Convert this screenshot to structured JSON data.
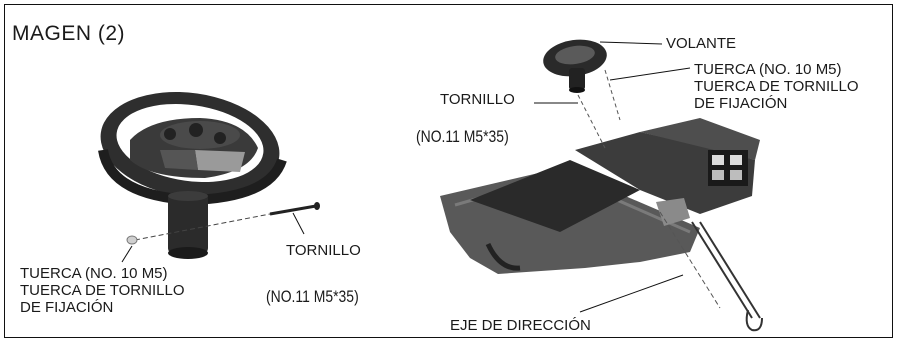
{
  "title": "MAGEN (2)",
  "left": {
    "tornillo": "TORNILLO",
    "tuerca_lines": [
      "TUERCA (NO. 10 M5)",
      "TUERCA DE TORNILLO",
      "DE FIJACIÓN"
    ],
    "spec": "(NO.11  M5*35)"
  },
  "right": {
    "volante": "VOLANTE",
    "tuerca_lines": [
      "TUERCA (NO. 10 M5)",
      "TUERCA DE TORNILLO",
      "DE FIJACIÓN"
    ],
    "tornillo": "TORNILLO",
    "spec": "(NO.11  M5*35)",
    "eje": "EJE DE DIRECCIÓN"
  }
}
